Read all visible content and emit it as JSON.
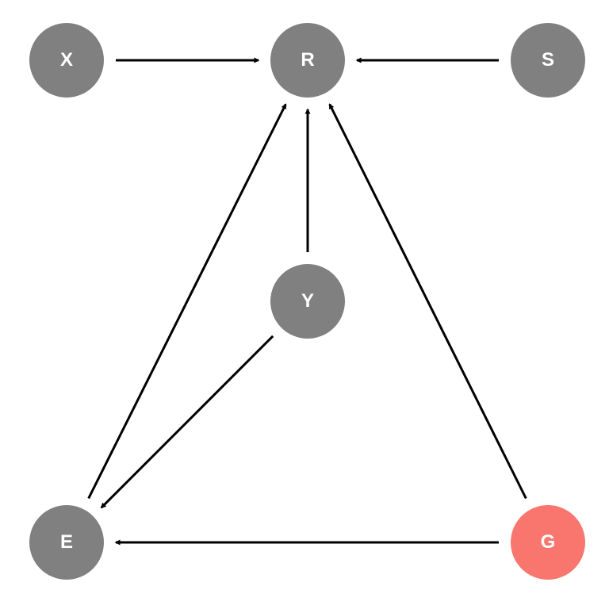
{
  "colors": {
    "node_default": "#808080",
    "node_highlight": "#F8766D",
    "edge": "#000000",
    "node_text": "#FFFFFF"
  },
  "nodes": {
    "x": {
      "label": "X",
      "highlighted": false
    },
    "r": {
      "label": "R",
      "highlighted": false
    },
    "s": {
      "label": "S",
      "highlighted": false
    },
    "y": {
      "label": "Y",
      "highlighted": false
    },
    "e": {
      "label": "E",
      "highlighted": false
    },
    "g": {
      "label": "G",
      "highlighted": true
    }
  },
  "edges": [
    {
      "from": "x",
      "to": "r"
    },
    {
      "from": "s",
      "to": "r"
    },
    {
      "from": "y",
      "to": "r"
    },
    {
      "from": "e",
      "to": "r"
    },
    {
      "from": "g",
      "to": "r"
    },
    {
      "from": "y",
      "to": "e"
    },
    {
      "from": "g",
      "to": "e"
    }
  ]
}
